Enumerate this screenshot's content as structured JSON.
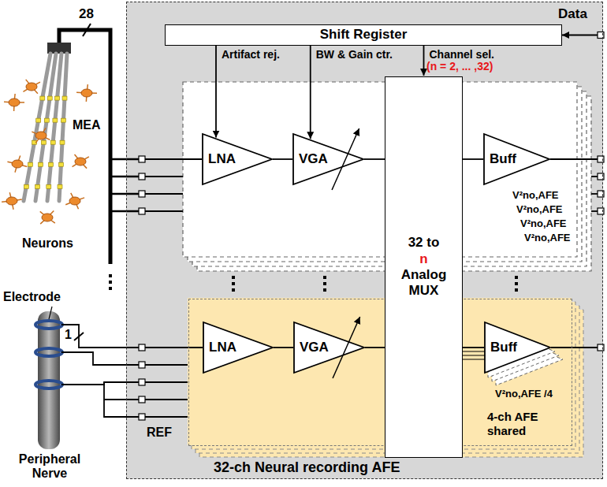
{
  "diagram": {
    "nodes": [
      {
        "text": [
          "32-ch Neural recording AFE"
        ]
      },
      {
        "text": [
          "Shift Register"
        ],
        "in": 0
      },
      {
        "text": [
          "LNA"
        ],
        "in": 0
      },
      {
        "text": [
          "VGA"
        ],
        "in": 0
      },
      {
        "text": [
          "32 to",
          "n",
          "Analog MUX"
        ],
        "in": 0
      },
      {
        "text": [
          "Buff"
        ],
        "in": 0
      },
      {
        "text": [
          "4-ch AFE shared"
        ],
        "in": 0
      },
      {
        "text": [
          "LNA"
        ],
        "in": 6
      },
      {
        "text": [
          "VGA"
        ],
        "in": 6
      },
      {
        "text": [
          "Buff"
        ],
        "in": 6
      }
    ],
    "edges": [
      {
        "from": 2,
        "to": 3,
        "arrow": "none"
      },
      {
        "from": 3,
        "to": 4,
        "arrow": "none"
      },
      {
        "from": 4,
        "to": 5,
        "arrow": "none"
      },
      {
        "from": 7,
        "to": 8,
        "arrow": "none"
      },
      {
        "from": 8,
        "to": 4,
        "arrow": "none"
      },
      {
        "from": 4,
        "to": 9,
        "arrow": "none"
      },
      {
        "from": 1,
        "to": 2,
        "label": "Artifact rej.",
        "arrow": "to"
      },
      {
        "from": 1,
        "to": 3,
        "label": "BW & Gain ctr.",
        "arrow": "to"
      },
      {
        "from": 1,
        "to": 4,
        "label": "Channel sel.",
        "arrow": "to"
      }
    ],
    "labels": [
      "Data",
      "(n = 2, ... ,32)",
      "28",
      "MEA",
      "Neurons",
      "Electrode",
      "1",
      "Peripheral Nerve",
      "REF",
      "V²no,AFE",
      "V²no,AFE",
      "V²no,AFE",
      "V²no,AFE",
      "V²no,AFE /4"
    ]
  }
}
